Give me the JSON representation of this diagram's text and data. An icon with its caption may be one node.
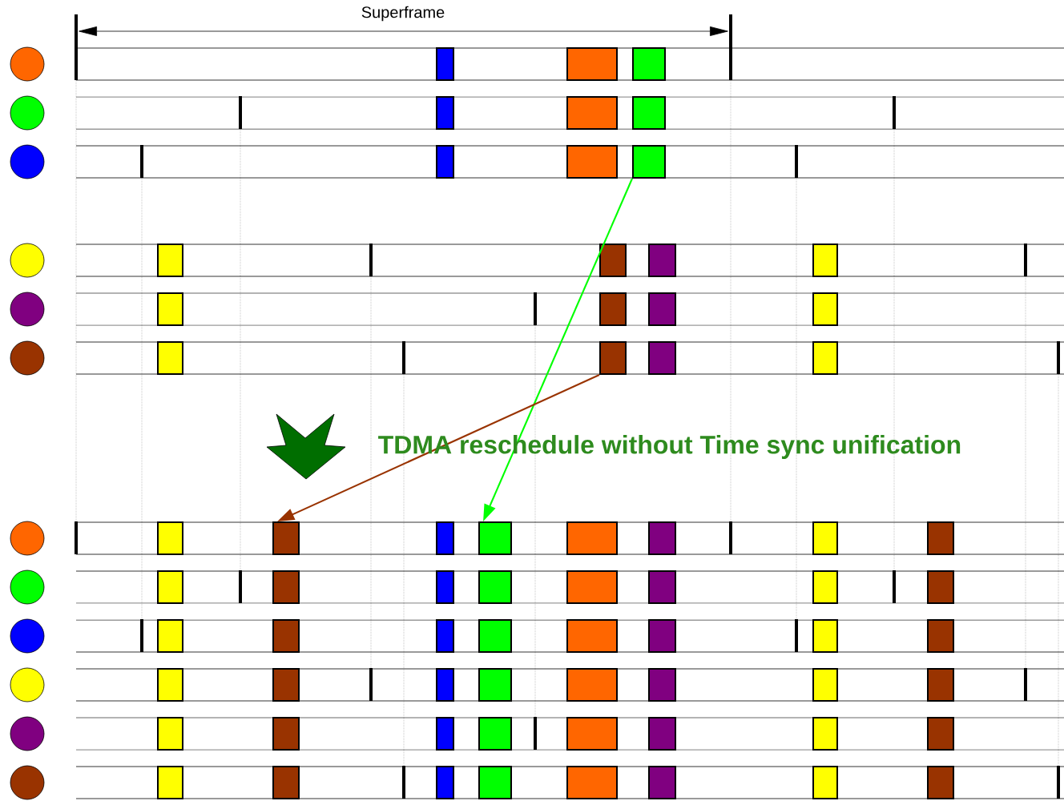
{
  "diagram": {
    "nodes": [
      {
        "text": [],
        "shape": "box"
      },
      {
        "text": [],
        "shape": "box"
      },
      {
        "text": [],
        "shape": "box"
      },
      {
        "text": [],
        "shape": "box"
      },
      {
        "text": [],
        "shape": "box"
      },
      {
        "text": [],
        "shape": "box"
      },
      {
        "text": [],
        "shape": "box"
      },
      {
        "text": [],
        "shape": "box"
      },
      {
        "text": [],
        "shape": "box"
      },
      {
        "text": [],
        "shape": "box"
      },
      {
        "text": [],
        "shape": "box"
      },
      {
        "text": [],
        "shape": "box"
      },
      {
        "text": [],
        "shape": "box"
      },
      {
        "text": [],
        "shape": "box"
      },
      {
        "text": [],
        "shape": "box"
      },
      {
        "text": [],
        "shape": "box"
      },
      {
        "text": [],
        "shape": "box"
      },
      {
        "text": [],
        "shape": "box"
      },
      {
        "text": [],
        "shape": "box"
      },
      {
        "text": [],
        "shape": "box"
      },
      {
        "text": [],
        "shape": "box"
      },
      {
        "text": [],
        "shape": "box"
      },
      {
        "text": [],
        "shape": "box"
      },
      {
        "text": [],
        "shape": "box"
      },
      {
        "text": [],
        "shape": "box"
      },
      {
        "text": [],
        "shape": "box"
      },
      {
        "text": [],
        "shape": "box"
      },
      {
        "text": [],
        "shape": "box"
      },
      {
        "text": [],
        "shape": "box"
      },
      {
        "text": [],
        "shape": "box"
      },
      {
        "text": [],
        "shape": "box"
      },
      {
        "text": [],
        "shape": "box"
      },
      {
        "text": [],
        "shape": "box"
      },
      {
        "text": [],
        "shape": "box"
      },
      {
        "text": [],
        "shape": "box"
      },
      {
        "text": [],
        "shape": "box"
      },
      {
        "text": [],
        "shape": "box"
      },
      {
        "text": [],
        "shape": "box"
      },
      {
        "text": [],
        "shape": "box"
      },
      {
        "text": [],
        "shape": "box"
      },
      {
        "text": [],
        "shape": "box"
      },
      {
        "text": [],
        "shape": "box"
      },
      {
        "text": [],
        "shape": "box"
      },
      {
        "text": [],
        "shape": "box"
      },
      {
        "text": [],
        "shape": "box"
      },
      {
        "text": [],
        "shape": "box"
      },
      {
        "text": [],
        "shape": "box"
      },
      {
        "text": [],
        "shape": "box"
      },
      {
        "text": [],
        "shape": "box"
      },
      {
        "text": [],
        "shape": "box"
      },
      {
        "text": [],
        "shape": "box"
      },
      {
        "text": [],
        "shape": "box"
      },
      {
        "text": [],
        "shape": "box"
      },
      {
        "text": [],
        "shape": "box"
      },
      {
        "text": [],
        "shape": "box"
      },
      {
        "text": [],
        "shape": "box"
      },
      {
        "text": [],
        "shape": "box"
      },
      {
        "text": [],
        "shape": "box"
      },
      {
        "text": [],
        "shape": "box"
      },
      {
        "text": [],
        "shape": "box"
      },
      {
        "text": [],
        "shape": "box"
      },
      {
        "text": [],
        "shape": "box"
      },
      {
        "text": [],
        "shape": "box"
      },
      {
        "text": [],
        "shape": "box"
      },
      {
        "text": [],
        "shape": "box"
      },
      {
        "text": [],
        "shape": "box"
      },
      {
        "text": [],
        "shape": "box"
      },
      {
        "text": [],
        "shape": "box"
      },
      {
        "text": [],
        "shape": "box"
      }
    ],
    "edges": [
      {
        "from": 8,
        "to": 24,
        "arrow": "to",
        "color": "#00ff00"
      },
      {
        "from": 18,
        "to": 22,
        "arrow": "to",
        "color": "#993300"
      }
    ],
    "labels": [
      "Superframe",
      "TDMA reschedule without Time sync unification"
    ]
  }
}
